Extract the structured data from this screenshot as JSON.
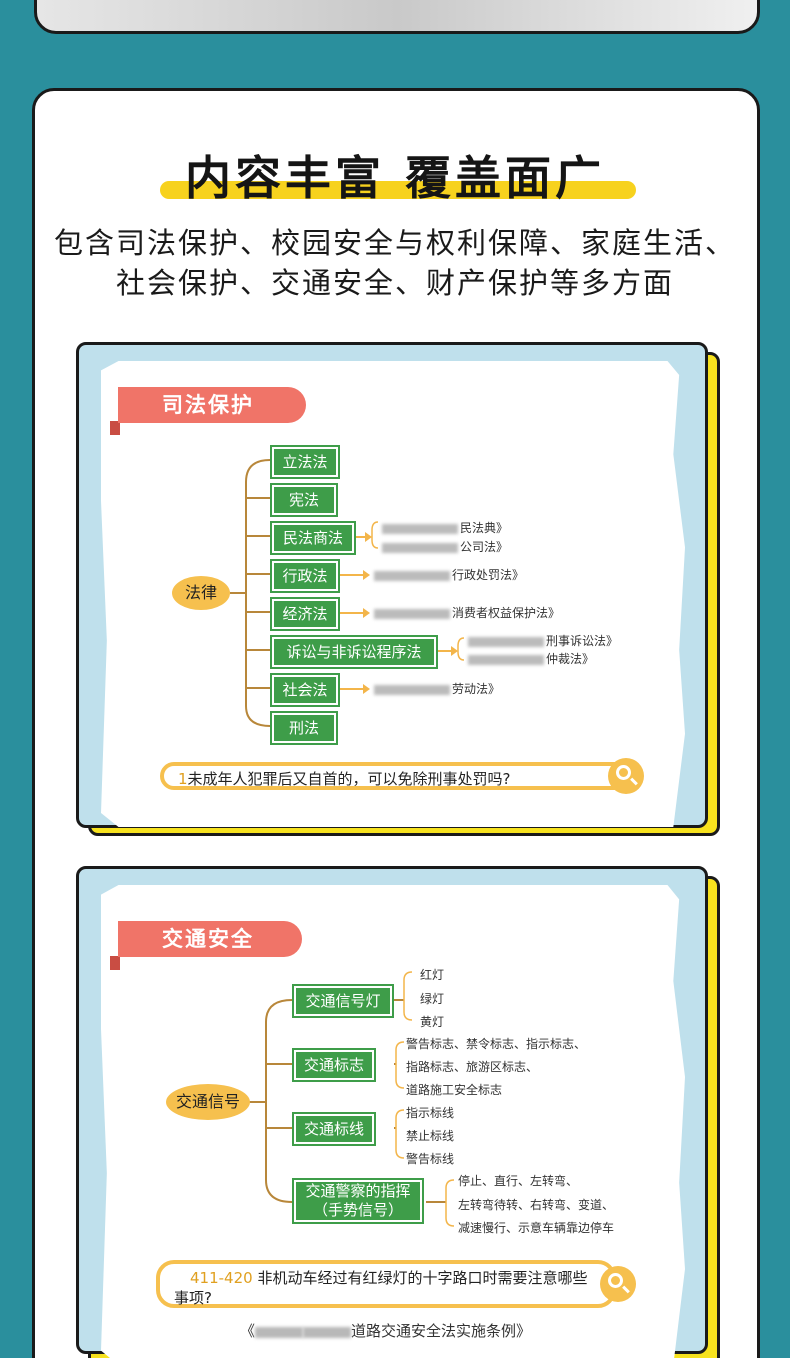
{
  "header": {
    "headline": "内容丰富 覆盖面广",
    "sub_line1": "包含司法保护、校园安全与权利保障、家庭生活、",
    "sub_line2": "社会保护、交通安全、财产保护等多方面"
  },
  "colors": {
    "teal_bg": "#2a8f9d",
    "yellow": "#f7e21e",
    "green": "#3e9d49",
    "coral": "#f07468",
    "orange": "#f6c04e"
  },
  "panel1": {
    "title": "司法保护",
    "root": "法律",
    "branches": [
      {
        "label": "立法法"
      },
      {
        "label": "宪法"
      },
      {
        "label": "民法商法",
        "notes": [
          "民法典》",
          "公司法》"
        ]
      },
      {
        "label": "行政法",
        "notes": [
          "行政处罚法》"
        ]
      },
      {
        "label": "经济法",
        "notes": [
          "消费者权益保护法》"
        ]
      },
      {
        "label": "诉讼与非诉讼程序法",
        "notes": [
          "刑事诉讼法》",
          "仲裁法》"
        ]
      },
      {
        "label": "社会法",
        "notes": [
          "劳动法》"
        ]
      },
      {
        "label": "刑法"
      }
    ],
    "question_num": "1",
    "question": "未成年人犯罪后又自首的，可以免除刑事处罚吗?"
  },
  "panel2": {
    "title": "交通安全",
    "root": "交通信号",
    "branches": [
      {
        "label": "交通信号灯",
        "notes": [
          "红灯",
          "绿灯",
          "黄灯"
        ]
      },
      {
        "label": "交通标志",
        "notes": [
          "警告标志、禁令标志、指示标志、",
          "指路标志、旅游区标志、",
          "道路施工安全标志"
        ]
      },
      {
        "label": "交通标线",
        "notes": [
          "指示标线",
          "禁止标线",
          "警告标线"
        ]
      },
      {
        "label": "交通警察的指挥",
        "label2": "（手势信号）",
        "notes": [
          "停止、直行、左转弯、",
          "左转弯待转、右转弯、变道、",
          "减速慢行、示意车辆靠边停车"
        ]
      }
    ],
    "question_num": "411-420",
    "question_line1": "非机动车经过有红绿灯的十字路口时需要注意哪些",
    "question_line2": "事项?",
    "footer": "道路交通安全法实施条例》"
  }
}
